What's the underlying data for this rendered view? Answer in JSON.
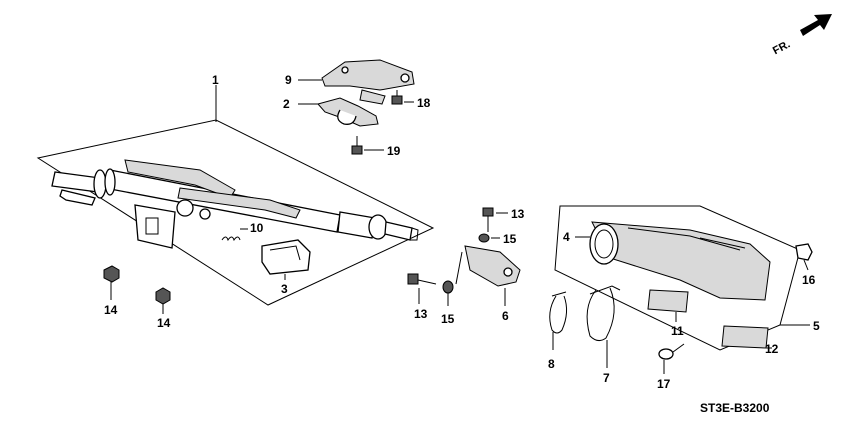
{
  "diagram_code": "ST3E-B3200",
  "front_marker": "FR.",
  "callouts": {
    "c1": "1",
    "c2": "2",
    "c3": "3",
    "c4": "4",
    "c5": "5",
    "c6": "6",
    "c7": "7",
    "c8": "8",
    "c9": "9",
    "c10": "10",
    "c11": "11",
    "c12": "12",
    "c13a": "13",
    "c13b": "13",
    "c14a": "14",
    "c14b": "14",
    "c15a": "15",
    "c15b": "15",
    "c16": "16",
    "c17": "17",
    "c18": "18",
    "c19": "19"
  }
}
